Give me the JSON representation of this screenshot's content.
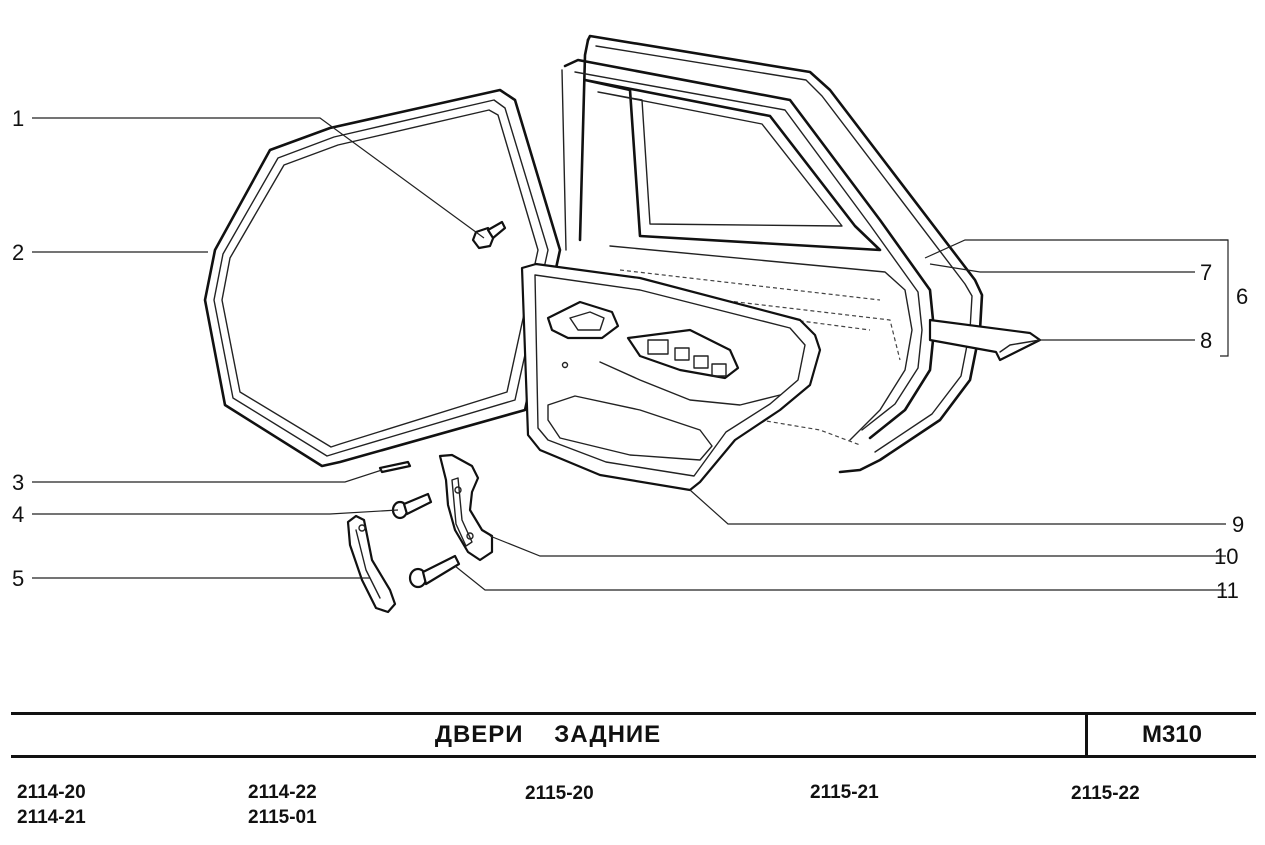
{
  "callouts": {
    "c1": "1",
    "c2": "2",
    "c3": "3",
    "c4": "4",
    "c5": "5",
    "c6": "6",
    "c7": "7",
    "c8": "8",
    "c9": "9",
    "c10": "10",
    "c11": "11"
  },
  "title_block": {
    "title": "ДВЕРИ    ЗАДНИЕ",
    "code": "M310"
  },
  "models": [
    "2114-20",
    "2114-21",
    "2114-22",
    "2115-01",
    "2115-20",
    "2115-21",
    "2115-22"
  ]
}
